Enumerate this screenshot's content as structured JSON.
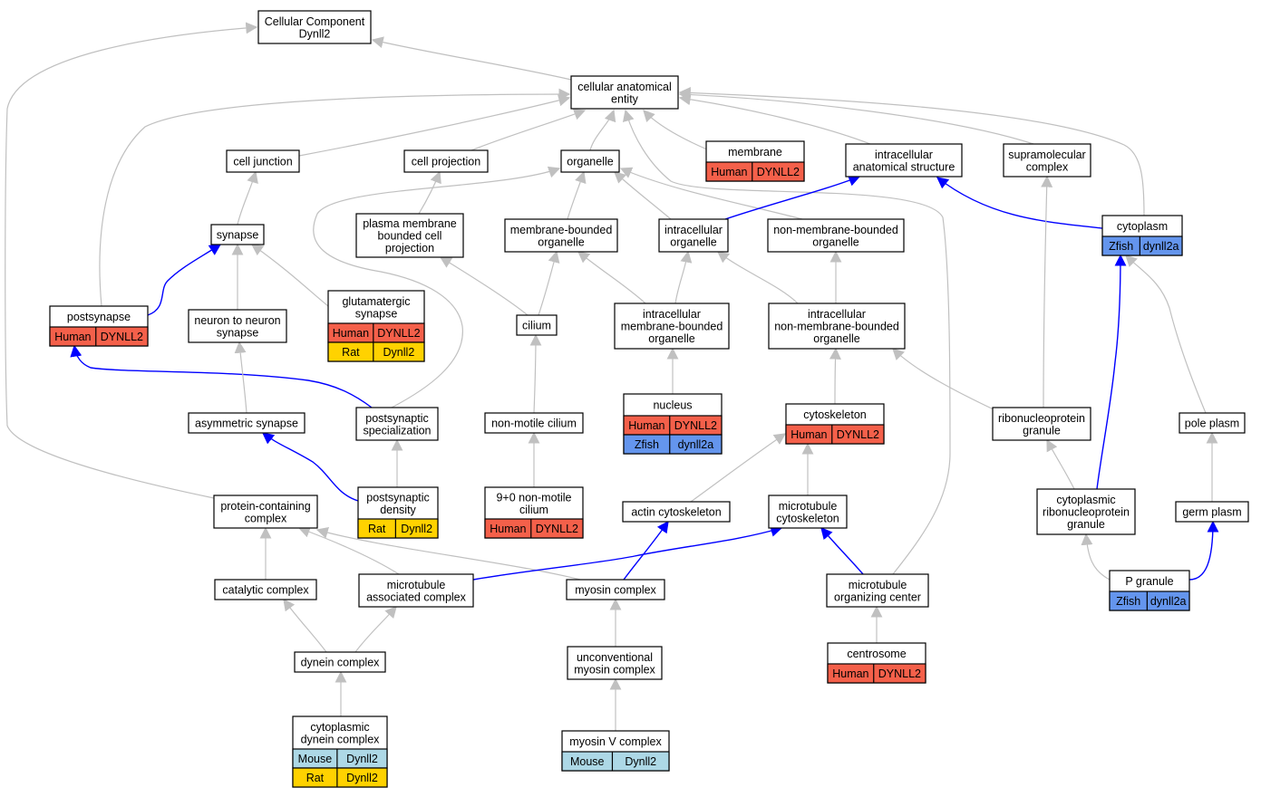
{
  "title_lines": [
    "Cellular Component",
    "Dynll2"
  ],
  "colors": {
    "edge_gray": "#c0c0c0",
    "edge_blue": "#0000ff",
    "species": {
      "Human": "#f4604a",
      "Zfish": "#6495ed",
      "Rat": "#ffd200",
      "Mouse": "#add8e6"
    }
  },
  "nodes": [
    {
      "id": "root",
      "lines": [
        "Cellular Component",
        "Dynll2"
      ],
      "annotations": []
    },
    {
      "id": "cellular_anatomical_entity",
      "lines": [
        "cellular anatomical",
        "entity"
      ],
      "annotations": []
    },
    {
      "id": "cell_junction",
      "lines": [
        "cell junction"
      ],
      "annotations": []
    },
    {
      "id": "cell_projection",
      "lines": [
        "cell projection"
      ],
      "annotations": []
    },
    {
      "id": "organelle",
      "lines": [
        "organelle"
      ],
      "annotations": []
    },
    {
      "id": "membrane",
      "lines": [
        "membrane"
      ],
      "annotations": [
        [
          "Human",
          "DYNLL2"
        ]
      ]
    },
    {
      "id": "intracellular_anatomical_structure",
      "lines": [
        "intracellular",
        "anatomical structure"
      ],
      "annotations": []
    },
    {
      "id": "supramolecular_complex",
      "lines": [
        "supramolecular",
        "complex"
      ],
      "annotations": []
    },
    {
      "id": "cytoplasm",
      "lines": [
        "cytoplasm"
      ],
      "annotations": [
        [
          "Zfish",
          "dynll2a"
        ]
      ]
    },
    {
      "id": "synapse",
      "lines": [
        "synapse"
      ],
      "annotations": []
    },
    {
      "id": "plasma_membrane_bounded_cell_projection",
      "lines": [
        "plasma membrane",
        "bounded cell",
        "projection"
      ],
      "annotations": []
    },
    {
      "id": "membrane_bounded_organelle",
      "lines": [
        "membrane-bounded",
        "organelle"
      ],
      "annotations": []
    },
    {
      "id": "intracellular_organelle",
      "lines": [
        "intracellular",
        "organelle"
      ],
      "annotations": []
    },
    {
      "id": "non_membrane_bounded_organelle",
      "lines": [
        "non-membrane-bounded",
        "organelle"
      ],
      "annotations": []
    },
    {
      "id": "postsynapse",
      "lines": [
        "postsynapse"
      ],
      "annotations": [
        [
          "Human",
          "DYNLL2"
        ]
      ]
    },
    {
      "id": "glutamatergic_synapse",
      "lines": [
        "glutamatergic",
        "synapse"
      ],
      "annotations": [
        [
          "Human",
          "DYNLL2"
        ],
        [
          "Rat",
          "Dynll2"
        ]
      ]
    },
    {
      "id": "neuron_to_neuron_synapse",
      "lines": [
        "neuron to neuron",
        "synapse"
      ],
      "annotations": []
    },
    {
      "id": "cilium",
      "lines": [
        "cilium"
      ],
      "annotations": []
    },
    {
      "id": "intracellular_membrane_bounded_organelle",
      "lines": [
        "intracellular",
        "membrane-bounded",
        "organelle"
      ],
      "annotations": []
    },
    {
      "id": "intracellular_non_membrane_bounded_organelle",
      "lines": [
        "intracellular",
        "non-membrane-bounded",
        "organelle"
      ],
      "annotations": []
    },
    {
      "id": "nucleus",
      "lines": [
        "nucleus"
      ],
      "annotations": [
        [
          "Human",
          "DYNLL2"
        ],
        [
          "Zfish",
          "dynll2a"
        ]
      ]
    },
    {
      "id": "cytoskeleton",
      "lines": [
        "cytoskeleton"
      ],
      "annotations": [
        [
          "Human",
          "DYNLL2"
        ]
      ]
    },
    {
      "id": "asymmetric_synapse",
      "lines": [
        "asymmetric synapse"
      ],
      "annotations": []
    },
    {
      "id": "postsynaptic_specialization",
      "lines": [
        "postsynaptic",
        "specialization"
      ],
      "annotations": []
    },
    {
      "id": "non_motile_cilium",
      "lines": [
        "non-motile cilium"
      ],
      "annotations": []
    },
    {
      "id": "ribonucleoprotein_granule",
      "lines": [
        "ribonucleoprotein",
        "granule"
      ],
      "annotations": []
    },
    {
      "id": "pole_plasm",
      "lines": [
        "pole plasm"
      ],
      "annotations": []
    },
    {
      "id": "protein_containing_complex",
      "lines": [
        "protein-containing",
        "complex"
      ],
      "annotations": []
    },
    {
      "id": "postsynaptic_density",
      "lines": [
        "postsynaptic",
        "density"
      ],
      "annotations": [
        [
          "Rat",
          "Dynll2"
        ]
      ]
    },
    {
      "id": "nine_plus_zero_non_motile_cilium",
      "lines": [
        "9+0 non-motile",
        "cilium"
      ],
      "annotations": [
        [
          "Human",
          "DYNLL2"
        ]
      ]
    },
    {
      "id": "actin_cytoskeleton",
      "lines": [
        "actin cytoskeleton"
      ],
      "annotations": []
    },
    {
      "id": "microtubule_cytoskeleton",
      "lines": [
        "microtubule",
        "cytoskeleton"
      ],
      "annotations": []
    },
    {
      "id": "cytoplasmic_ribonucleoprotein_granule",
      "lines": [
        "cytoplasmic",
        "ribonucleoprotein",
        "granule"
      ],
      "annotations": []
    },
    {
      "id": "germ_plasm",
      "lines": [
        "germ plasm"
      ],
      "annotations": []
    },
    {
      "id": "catalytic_complex",
      "lines": [
        "catalytic complex"
      ],
      "annotations": []
    },
    {
      "id": "microtubule_associated_complex",
      "lines": [
        "microtubule",
        "associated complex"
      ],
      "annotations": []
    },
    {
      "id": "myosin_complex",
      "lines": [
        "myosin complex"
      ],
      "annotations": []
    },
    {
      "id": "microtubule_organizing_center",
      "lines": [
        "microtubule",
        "organizing center"
      ],
      "annotations": []
    },
    {
      "id": "p_granule",
      "lines": [
        "P granule"
      ],
      "annotations": [
        [
          "Zfish",
          "dynll2a"
        ]
      ]
    },
    {
      "id": "dynein_complex",
      "lines": [
        "dynein complex"
      ],
      "annotations": []
    },
    {
      "id": "unconventional_myosin_complex",
      "lines": [
        "unconventional",
        "myosin complex"
      ],
      "annotations": []
    },
    {
      "id": "centrosome",
      "lines": [
        "centrosome"
      ],
      "annotations": [
        [
          "Human",
          "DYNLL2"
        ]
      ]
    },
    {
      "id": "cytoplasmic_dynein_complex",
      "lines": [
        "cytoplasmic",
        "dynein complex"
      ],
      "annotations": [
        [
          "Mouse",
          "Dynll2"
        ],
        [
          "Rat",
          "Dynll2"
        ]
      ]
    },
    {
      "id": "myosin_v_complex",
      "lines": [
        "myosin V complex"
      ],
      "annotations": [
        [
          "Mouse",
          "Dynll2"
        ]
      ]
    }
  ],
  "edges": [
    {
      "from": "cellular_anatomical_entity",
      "to": "root",
      "kind": "is_a"
    },
    {
      "from": "protein_containing_complex",
      "to": "root",
      "kind": "is_a"
    },
    {
      "from": "cell_junction",
      "to": "cellular_anatomical_entity",
      "kind": "is_a"
    },
    {
      "from": "cell_projection",
      "to": "cellular_anatomical_entity",
      "kind": "is_a"
    },
    {
      "from": "organelle",
      "to": "cellular_anatomical_entity",
      "kind": "is_a"
    },
    {
      "from": "membrane",
      "to": "cellular_anatomical_entity",
      "kind": "is_a"
    },
    {
      "from": "intracellular_anatomical_structure",
      "to": "cellular_anatomical_entity",
      "kind": "is_a"
    },
    {
      "from": "supramolecular_complex",
      "to": "cellular_anatomical_entity",
      "kind": "is_a"
    },
    {
      "from": "cytoplasm",
      "to": "cellular_anatomical_entity",
      "kind": "is_a"
    },
    {
      "from": "postsynapse",
      "to": "cellular_anatomical_entity",
      "kind": "is_a"
    },
    {
      "from": "microtubule_organizing_center",
      "to": "cellular_anatomical_entity",
      "kind": "is_a"
    },
    {
      "from": "synapse",
      "to": "cell_junction",
      "kind": "is_a"
    },
    {
      "from": "plasma_membrane_bounded_cell_projection",
      "to": "cell_projection",
      "kind": "is_a"
    },
    {
      "from": "postsynaptic_specialization",
      "to": "organelle",
      "kind": "is_a"
    },
    {
      "from": "membrane_bounded_organelle",
      "to": "organelle",
      "kind": "is_a"
    },
    {
      "from": "intracellular_organelle",
      "to": "organelle",
      "kind": "is_a"
    },
    {
      "from": "non_membrane_bounded_organelle",
      "to": "organelle",
      "kind": "is_a"
    },
    {
      "from": "intracellular_organelle",
      "to": "intracellular_anatomical_structure",
      "kind": "part_of"
    },
    {
      "from": "cytoplasm",
      "to": "intracellular_anatomical_structure",
      "kind": "part_of"
    },
    {
      "from": "ribonucleoprotein_granule",
      "to": "supramolecular_complex",
      "kind": "is_a"
    },
    {
      "from": "postsynapse",
      "to": "synapse",
      "kind": "part_of"
    },
    {
      "from": "neuron_to_neuron_synapse",
      "to": "synapse",
      "kind": "is_a"
    },
    {
      "from": "glutamatergic_synapse",
      "to": "synapse",
      "kind": "is_a"
    },
    {
      "from": "cilium",
      "to": "plasma_membrane_bounded_cell_projection",
      "kind": "is_a"
    },
    {
      "from": "cilium",
      "to": "membrane_bounded_organelle",
      "kind": "is_a"
    },
    {
      "from": "intracellular_membrane_bounded_organelle",
      "to": "membrane_bounded_organelle",
      "kind": "is_a"
    },
    {
      "from": "intracellular_membrane_bounded_organelle",
      "to": "intracellular_organelle",
      "kind": "is_a"
    },
    {
      "from": "intracellular_non_membrane_bounded_organelle",
      "to": "intracellular_organelle",
      "kind": "is_a"
    },
    {
      "from": "intracellular_non_membrane_bounded_organelle",
      "to": "non_membrane_bounded_organelle",
      "kind": "is_a"
    },
    {
      "from": "postsynaptic_specialization",
      "to": "postsynapse",
      "kind": "part_of"
    },
    {
      "from": "asymmetric_synapse",
      "to": "neuron_to_neuron_synapse",
      "kind": "is_a"
    },
    {
      "from": "non_motile_cilium",
      "to": "cilium",
      "kind": "is_a"
    },
    {
      "from": "nucleus",
      "to": "intracellular_membrane_bounded_organelle",
      "kind": "is_a"
    },
    {
      "from": "cytoskeleton",
      "to": "intracellular_non_membrane_bounded_organelle",
      "kind": "is_a"
    },
    {
      "from": "ribonucleoprotein_granule",
      "to": "intracellular_non_membrane_bounded_organelle",
      "kind": "is_a"
    },
    {
      "from": "postsynaptic_density",
      "to": "asymmetric_synapse",
      "kind": "part_of"
    },
    {
      "from": "postsynaptic_density",
      "to": "postsynaptic_specialization",
      "kind": "is_a"
    },
    {
      "from": "nine_plus_zero_non_motile_cilium",
      "to": "non_motile_cilium",
      "kind": "is_a"
    },
    {
      "from": "actin_cytoskeleton",
      "to": "cytoskeleton",
      "kind": "is_a"
    },
    {
      "from": "microtubule_cytoskeleton",
      "to": "cytoskeleton",
      "kind": "is_a"
    },
    {
      "from": "cytoplasmic_ribonucleoprotein_granule",
      "to": "ribonucleoprotein_granule",
      "kind": "is_a"
    },
    {
      "from": "cytoplasmic_ribonucleoprotein_granule",
      "to": "cytoplasm",
      "kind": "part_of"
    },
    {
      "from": "pole_plasm",
      "to": "cytoplasm",
      "kind": "is_a"
    },
    {
      "from": "germ_plasm",
      "to": "pole_plasm",
      "kind": "is_a"
    },
    {
      "from": "catalytic_complex",
      "to": "protein_containing_complex",
      "kind": "is_a"
    },
    {
      "from": "microtubule_associated_complex",
      "to": "protein_containing_complex",
      "kind": "is_a"
    },
    {
      "from": "myosin_complex",
      "to": "protein_containing_complex",
      "kind": "is_a"
    },
    {
      "from": "microtubule_associated_complex",
      "to": "microtubule_cytoskeleton",
      "kind": "part_of"
    },
    {
      "from": "myosin_complex",
      "to": "actin_cytoskeleton",
      "kind": "part_of"
    },
    {
      "from": "microtubule_organizing_center",
      "to": "microtubule_cytoskeleton",
      "kind": "part_of"
    },
    {
      "from": "p_granule",
      "to": "cytoplasmic_ribonucleoprotein_granule",
      "kind": "is_a"
    },
    {
      "from": "p_granule",
      "to": "germ_plasm",
      "kind": "part_of"
    },
    {
      "from": "dynein_complex",
      "to": "catalytic_complex",
      "kind": "is_a"
    },
    {
      "from": "dynein_complex",
      "to": "microtubule_associated_complex",
      "kind": "is_a"
    },
    {
      "from": "unconventional_myosin_complex",
      "to": "myosin_complex",
      "kind": "is_a"
    },
    {
      "from": "centrosome",
      "to": "microtubule_organizing_center",
      "kind": "is_a"
    },
    {
      "from": "cytoplasmic_dynein_complex",
      "to": "dynein_complex",
      "kind": "is_a"
    },
    {
      "from": "myosin_v_complex",
      "to": "unconventional_myosin_complex",
      "kind": "is_a"
    }
  ]
}
